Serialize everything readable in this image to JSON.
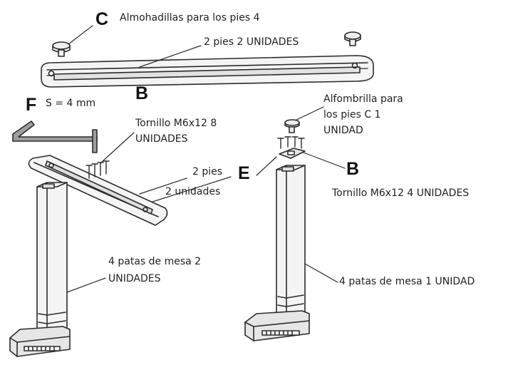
{
  "letters": {
    "c": "C",
    "b_top": "B",
    "f": "F",
    "e": "E",
    "b_right": "B"
  },
  "labels": {
    "c_pads": "Almohadillas para los pies 4",
    "feet_top": "2 pies 2 UNIDADES",
    "s_size": "S = 4 mm",
    "screw_left_1": "Tornillo M6x12 8",
    "screw_left_2": "UNIDADES",
    "mat_1": "Alfombrilla para",
    "mat_2": "los pies C 1",
    "mat_3": "UNIDAD",
    "feet_mid_1": "2 pies",
    "feet_mid_2": "2 unidades",
    "screw_right": "Tornillo M6x12 4 UNIDADES",
    "legs_left_1": "4 patas de mesa 2",
    "legs_left_2": "UNIDADES",
    "legs_right": "4 patas de mesa 1 UNIDAD"
  },
  "colors": {
    "line": "#2b2b2b",
    "fill": "#f4f4f4",
    "shade": "#d9d9d9",
    "text": "#222222"
  }
}
